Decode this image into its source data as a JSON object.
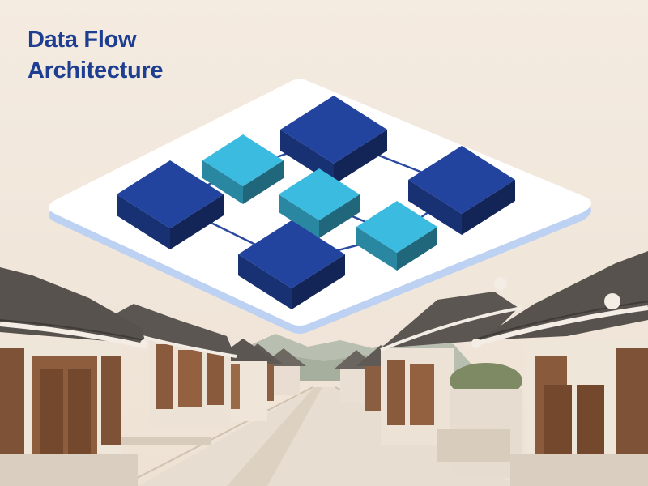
{
  "title": {
    "line1": "Data Flow",
    "line2": "Architecture"
  },
  "colors": {
    "background": "#f1e7dc",
    "title": "#1e3f91",
    "block_dark": "#22449f",
    "block_light": "#3bbbe0",
    "connector": "#2a4aa0",
    "platform": "#ffffff",
    "platform_edge": "#bcd0f2",
    "road": "#e9dfd2",
    "roof": "#5b5651",
    "wood": "#8a5a3c",
    "wall": "#efe6da"
  },
  "diagram": {
    "nodes": [
      {
        "id": "dark-top",
        "kind": "primary"
      },
      {
        "id": "light-upper-left",
        "kind": "secondary"
      },
      {
        "id": "dark-left",
        "kind": "primary"
      },
      {
        "id": "light-center",
        "kind": "secondary"
      },
      {
        "id": "dark-right",
        "kind": "primary"
      },
      {
        "id": "light-lower-right",
        "kind": "secondary"
      },
      {
        "id": "dark-bottom",
        "kind": "primary"
      }
    ],
    "links": [
      [
        "light-upper-left",
        "dark-top"
      ],
      [
        "dark-left",
        "light-upper-left"
      ],
      [
        "dark-top",
        "dark-right"
      ],
      [
        "light-center",
        "light-lower-right"
      ],
      [
        "dark-left",
        "dark-bottom"
      ],
      [
        "dark-bottom",
        "light-lower-right"
      ],
      [
        "light-lower-right",
        "dark-right"
      ]
    ]
  }
}
